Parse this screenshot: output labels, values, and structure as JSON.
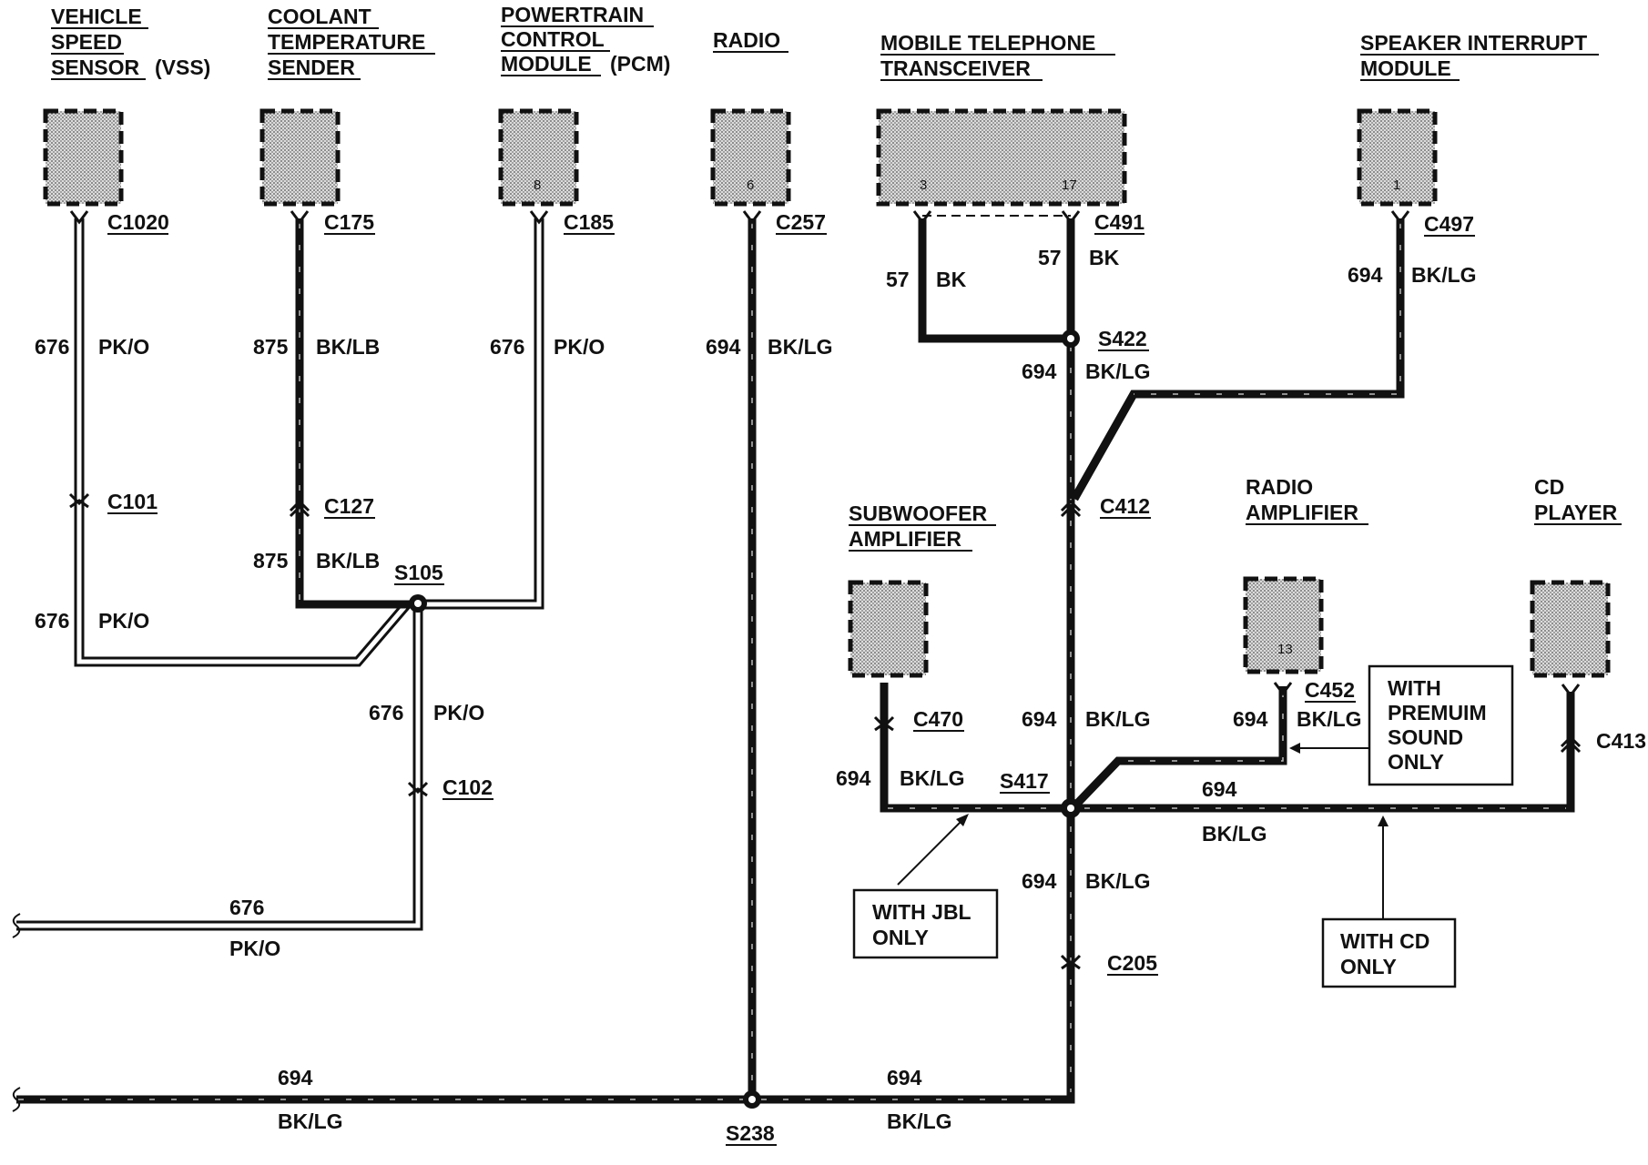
{
  "components": {
    "vss": [
      "VEHICLE",
      "SPEED",
      "SENSOR",
      "(VSS)"
    ],
    "coolant": [
      "COOLANT",
      "TEMPERATURE",
      "SENDER"
    ],
    "pcm": [
      "POWERTRAIN",
      "CONTROL",
      "MODULE",
      "(PCM)"
    ],
    "radio": [
      "RADIO"
    ],
    "mobile": [
      "MOBILE TELEPHONE",
      "TRANSCEIVER"
    ],
    "speaker": [
      "SPEAKER INTERRUPT",
      "MODULE"
    ],
    "subwoofer": [
      "SUBWOOFER",
      "AMPLIFIER"
    ],
    "radio_amp": [
      "RADIO",
      "AMPLIFIER"
    ],
    "cd": [
      "CD",
      "PLAYER"
    ]
  },
  "pins": {
    "pcm": "8",
    "radio": "6",
    "mobile_a": "3",
    "mobile_b": "17",
    "speaker": "1",
    "radio_amp": "13"
  },
  "connectors": {
    "c1020": "C1020",
    "c175": "C175",
    "c185": "C185",
    "c257": "C257",
    "c491": "C491",
    "c497": "C497",
    "c101": "C101",
    "c127": "C127",
    "c412": "C412",
    "c470": "C470",
    "c452": "C452",
    "c413": "C413",
    "c102": "C102",
    "c205": "C205"
  },
  "splices": {
    "s105": "S105",
    "s422": "S422",
    "s417": "S417",
    "s238": "S238"
  },
  "wires": {
    "w676": "676",
    "pko": "PK/O",
    "w875": "875",
    "bklb": "BK/LB",
    "w694": "694",
    "bklg": "BK/LG",
    "w57": "57",
    "bk": "BK"
  },
  "notes": {
    "jbl": [
      "WITH JBL",
      "ONLY"
    ],
    "premium": [
      "WITH",
      "PREMUIM",
      "SOUND",
      "ONLY"
    ],
    "cd": [
      "WITH CD",
      "ONLY"
    ]
  },
  "colors": {
    "wire": "#111111",
    "component_fill": "#c8c8c8",
    "background": "#ffffff"
  }
}
